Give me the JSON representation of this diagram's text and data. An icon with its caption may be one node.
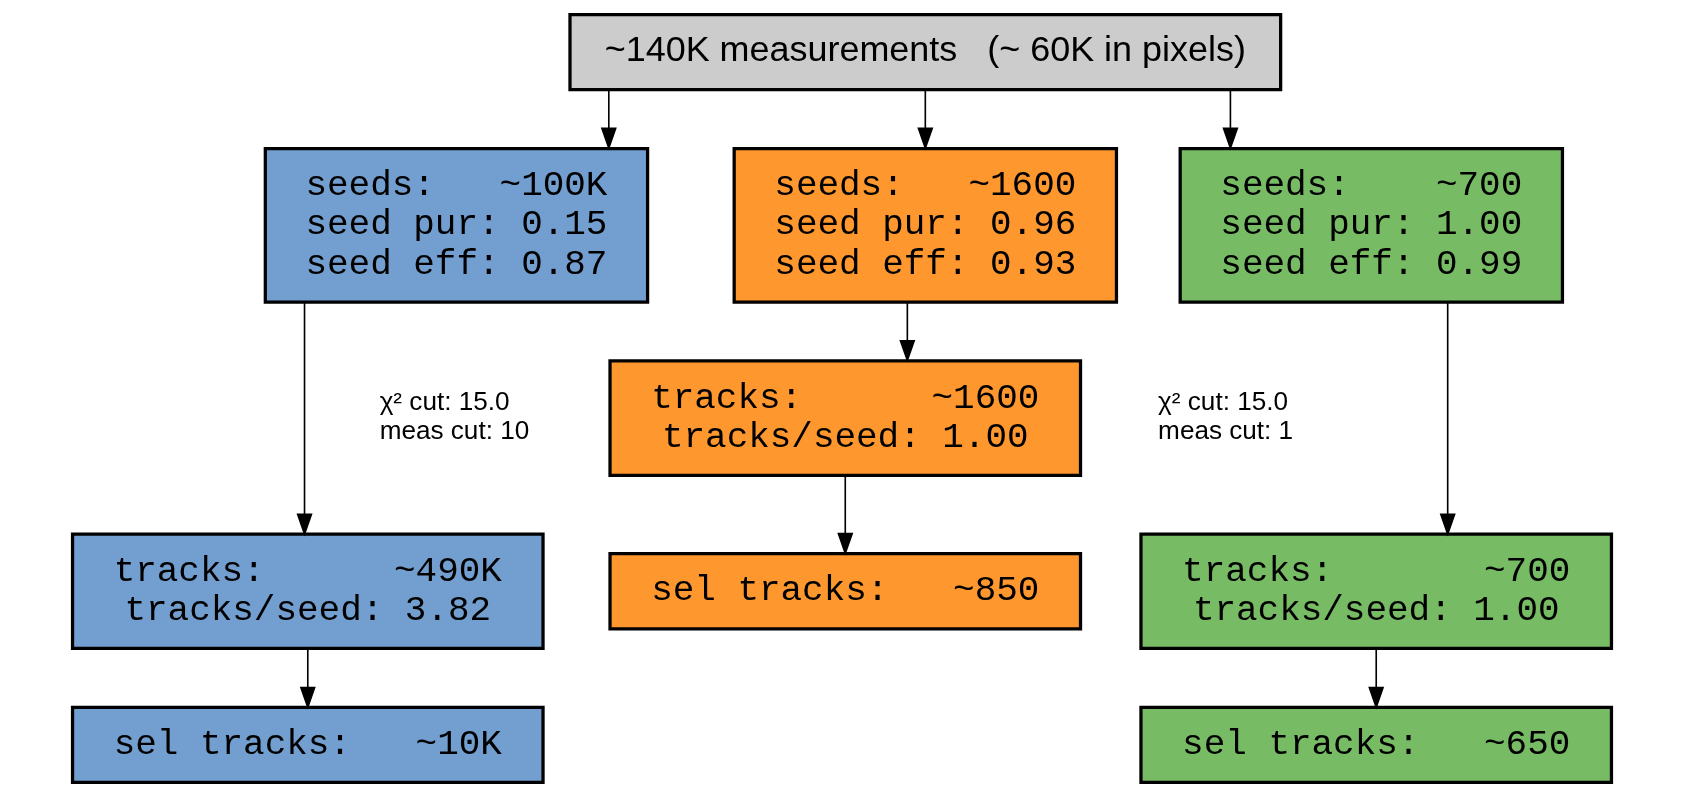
{
  "diagram": {
    "nodes": [
      {
        "text": [
          "~140K measurements   (~ 60K in pixels)"
        ]
      },
      {
        "text": [
          "seeds:   ~100K",
          "seed pur: 0.15",
          "seed eff: 0.87"
        ]
      },
      {
        "text": [
          "seeds:   ~1600",
          "seed pur: 0.96",
          "seed eff: 0.93"
        ]
      },
      {
        "text": [
          "seeds:    ~700",
          "seed pur: 1.00",
          "seed eff: 0.99"
        ]
      },
      {
        "text": [
          "tracks:      ~490K",
          "tracks/seed: 3.82"
        ]
      },
      {
        "text": [
          "tracks:      ~1600",
          "tracks/seed: 1.00"
        ]
      },
      {
        "text": [
          "tracks:       ~700",
          "tracks/seed: 1.00"
        ]
      },
      {
        "text": [
          "sel tracks:   ~10K"
        ]
      },
      {
        "text": [
          "sel tracks:   ~850"
        ]
      },
      {
        "text": [
          "sel tracks:   ~650"
        ]
      }
    ],
    "edges": [
      {
        "from": 0,
        "to": 1,
        "arrow": "to"
      },
      {
        "from": 0,
        "to": 2,
        "arrow": "to"
      },
      {
        "from": 0,
        "to": 3,
        "arrow": "to"
      },
      {
        "from": 1,
        "to": 4,
        "arrow": "to"
      },
      {
        "from": 2,
        "to": 5,
        "arrow": "to"
      },
      {
        "from": 3,
        "to": 6,
        "arrow": "to"
      },
      {
        "from": 4,
        "to": 7,
        "arrow": "to"
      },
      {
        "from": 5,
        "to": 8,
        "arrow": "to"
      },
      {
        "from": 6,
        "to": 9,
        "arrow": "to"
      }
    ],
    "labels": [
      "χ² cut: 15.0",
      "meas cut: 10",
      "χ² cut: 15.0",
      "meas cut: 1"
    ]
  }
}
